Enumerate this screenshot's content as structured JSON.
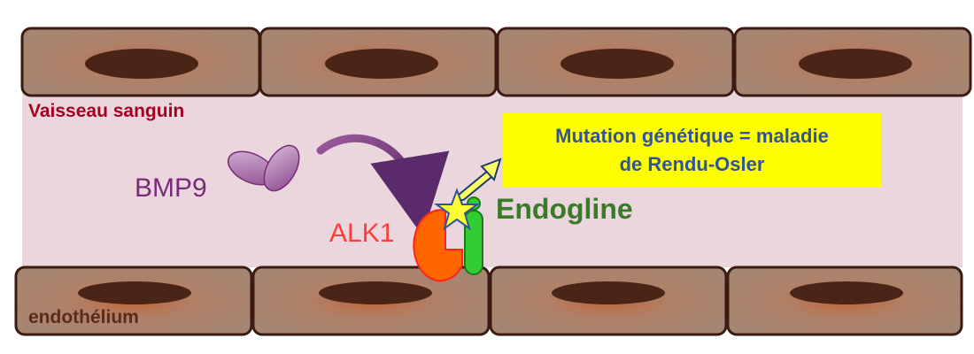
{
  "labels": {
    "vessel": "Vaisseau sanguin",
    "endothelium": "endothélium",
    "bmp9": "BMP9",
    "alk1": "ALK1",
    "endogline": "Endogline"
  },
  "callout": {
    "line1": "Mutation génétique = maladie",
    "line2": "de Rendu-Osler"
  },
  "colors": {
    "vessel_lumen": "#ecd6de",
    "cell_body": "#a98068",
    "nucleus": "#4a2416",
    "bmp9": "#b68ab8",
    "alk1": "#ff6600",
    "endogline": "#33cc33",
    "mutation_star": "#ffff33",
    "callout_bg": "#ffff00",
    "callout_text": "#2f5597"
  }
}
